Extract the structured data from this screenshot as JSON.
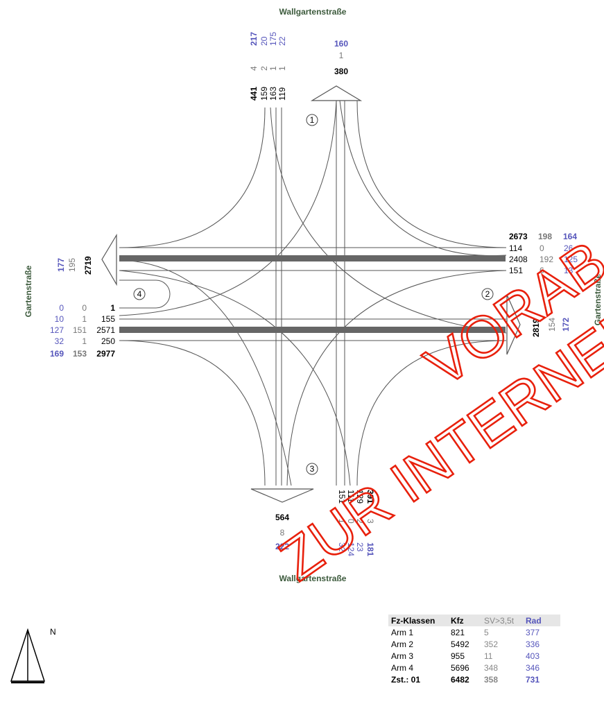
{
  "streets": {
    "north": "Wallgartenstraße",
    "south": "Wallgartenstraße",
    "west": "Gartenstraße",
    "east": "Gartenstraße"
  },
  "arms": {
    "north": {
      "number": "1",
      "incoming": {
        "total": "441",
        "movements": [
          "159",
          "163",
          "119"
        ],
        "sv": [
          "4",
          "2",
          "1",
          "1"
        ],
        "rad": [
          "217",
          "20",
          "175",
          "22"
        ]
      },
      "outgoing": {
        "kfz": "380",
        "sv": "1",
        "rad": "160"
      }
    },
    "east": {
      "number": "2",
      "incoming": {
        "total": "2673",
        "sv": "198",
        "rad": "164",
        "rows": [
          {
            "kfz": "114",
            "sv": "0",
            "rad": "26"
          },
          {
            "kfz": "2408",
            "sv": "192",
            "rad": "125"
          },
          {
            "kfz": "151",
            "sv": "6",
            "rad": "13"
          }
        ]
      },
      "outgoing": {
        "kfz": "2819",
        "sv": "154",
        "rad": "172"
      }
    },
    "south": {
      "number": "3",
      "incoming": {
        "total": "391",
        "movements": [
          "151",
          "111",
          "129"
        ],
        "sv": [
          "1",
          "0",
          "2",
          "3"
        ],
        "rad": [
          "32",
          "124",
          "23",
          "181"
        ]
      },
      "outgoing": {
        "kfz": "564",
        "sv": "8",
        "rad": "222"
      }
    },
    "west": {
      "number": "4",
      "incoming": {
        "total": "2977",
        "sv": "153",
        "rad": "169",
        "rows": [
          {
            "kfz": "1",
            "sv": "0",
            "rad": "0"
          },
          {
            "kfz": "155",
            "sv": "1",
            "rad": "10"
          },
          {
            "kfz": "2571",
            "sv": "151",
            "rad": "127"
          },
          {
            "kfz": "250",
            "sv": "1",
            "rad": "32"
          }
        ]
      },
      "outgoing": {
        "kfz": "2719",
        "sv": "195",
        "rad": "177"
      }
    }
  },
  "north_arrow": {
    "label": "N"
  },
  "watermark": {
    "line1": "VORAB",
    "line2": "ZUR INTERNEN"
  },
  "legend": {
    "headers": [
      "Fz-Klassen",
      "Kfz",
      "SV>3,5t",
      "Rad"
    ],
    "rows": [
      {
        "label": "Arm 1",
        "kfz": "821",
        "sv": "5",
        "rad": "377"
      },
      {
        "label": "Arm 2",
        "kfz": "5492",
        "sv": "352",
        "rad": "336"
      },
      {
        "label": "Arm 3",
        "kfz": "955",
        "sv": "11",
        "rad": "403"
      },
      {
        "label": "Arm 4",
        "kfz": "5696",
        "sv": "348",
        "rad": "346"
      }
    ],
    "total": {
      "label": "Zst.: 01",
      "kfz": "6482",
      "sv": "358",
      "rad": "731"
    }
  },
  "colors": {
    "kfz": "#000000",
    "sv": "#777777",
    "rad": "#5555bb",
    "watermark": "#e8200c",
    "street": "#3c5a3c"
  }
}
